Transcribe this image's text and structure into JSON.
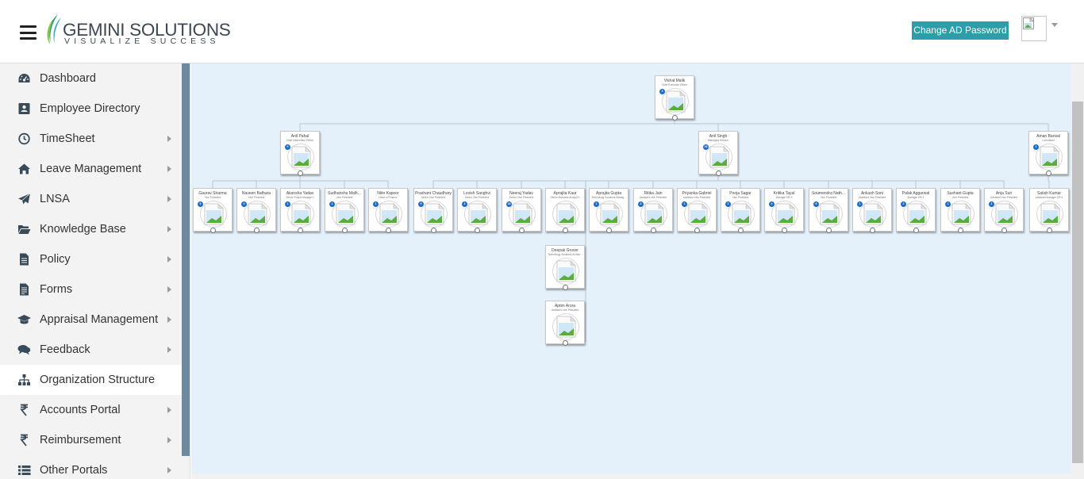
{
  "header": {
    "brand_name": "GEMINI SOLUTIONS",
    "brand_tagline": "VISUALIZE SUCCESS",
    "change_password_label": "Change AD Password"
  },
  "colors": {
    "accent": "#2d9ea8",
    "sidebar_bg": "#f3f3f3",
    "chart_bg": "#e5f1fa",
    "badge": "#1b6cc9"
  },
  "sidebar": {
    "items": [
      {
        "label": "Dashboard",
        "icon": "dashboard-icon",
        "has_submenu": false
      },
      {
        "label": "Employee Directory",
        "icon": "id-card-icon",
        "has_submenu": false
      },
      {
        "label": "TimeSheet",
        "icon": "clock-icon",
        "has_submenu": true
      },
      {
        "label": "Leave Management",
        "icon": "home-icon",
        "has_submenu": true
      },
      {
        "label": "LNSA",
        "icon": "paper-plane-icon",
        "has_submenu": true
      },
      {
        "label": "Knowledge Base",
        "icon": "folder-open-icon",
        "has_submenu": true
      },
      {
        "label": "Policy",
        "icon": "document-icon",
        "has_submenu": true
      },
      {
        "label": "Forms",
        "icon": "form-icon",
        "has_submenu": true
      },
      {
        "label": "Appraisal Management",
        "icon": "graduation-cap-icon",
        "has_submenu": true
      },
      {
        "label": "Feedback",
        "icon": "comments-icon",
        "has_submenu": true
      },
      {
        "label": "Organization Structure",
        "icon": "sitemap-icon",
        "has_submenu": false,
        "active": true
      },
      {
        "label": "Accounts Portal",
        "icon": "rupee-icon",
        "has_submenu": true
      },
      {
        "label": "Reimbursement",
        "icon": "rupee-icon",
        "has_submenu": true
      },
      {
        "label": "Other Portals",
        "icon": "list-icon",
        "has_submenu": true
      }
    ]
  },
  "org_chart": {
    "root": {
      "name": "Vishal Malik",
      "title": "Chief Executive Officer",
      "badge": "3"
    },
    "level1": [
      {
        "name": "Anil Pahal",
        "title": "Chief Information Officer",
        "badge": "5"
      },
      {
        "name": "Anil Singh",
        "title": "Managing Director",
        "badge": "16"
      },
      {
        "name": "Aman Bansal",
        "title": "Consultant",
        "badge": "1"
      }
    ],
    "level2": [
      {
        "name": "Gaurav Sharma",
        "title": "Vice President",
        "badge": "5"
      },
      {
        "name": "Naveen Bathara",
        "title": "Vice President",
        "badge": "4"
      },
      {
        "name": "Akansha Yadav",
        "title": "Senior Project Manager I",
        "badge": "1"
      },
      {
        "name": "Sudhanshu Malh...",
        "title": "Vice President",
        "badge": "1"
      },
      {
        "name": "Nitin Kapoor",
        "title": "Head of Finance",
        "badge": "1"
      },
      {
        "name": "Prashant Chaudhary",
        "title": "Senior Vice President",
        "badge": "9"
      },
      {
        "name": "Lovish Sanghvi",
        "title": "Senior Vice President",
        "badge": "4"
      },
      {
        "name": "Neeraj Yadav",
        "title": "Senior Vice President",
        "badge": "18"
      },
      {
        "name": "Aprajita Kaur",
        "title": "Senior Business Analyst II",
        "badge": ""
      },
      {
        "name": "Aprajita Gupta",
        "title": "Technology Solutions Manag...",
        "badge": "1"
      },
      {
        "name": "Ritika Jain",
        "title": "Assistant Vice President",
        "badge": "3"
      },
      {
        "name": "Priyanka Gabriel",
        "title": "Assistant Vice President",
        "badge": "1"
      },
      {
        "name": "Pooja Sagar",
        "title": "Vice President",
        "badge": "2"
      },
      {
        "name": "Kritika Tayal",
        "title": "Manager HR II",
        "badge": "4"
      },
      {
        "name": "Soumendra Nath...",
        "title": "Vice President",
        "badge": "6"
      },
      {
        "name": "Ankush Soni",
        "title": "Assistant Vice President",
        "badge": "1"
      },
      {
        "name": "Palak Aggarwal",
        "title": "Manager HR II",
        "badge": "2"
      },
      {
        "name": "Sushant Gupta",
        "title": "Vice President",
        "badge": "1"
      },
      {
        "name": "Anja Suri",
        "title": "Assistant Vice President",
        "badge": "2"
      },
      {
        "name": "Satish Kumar",
        "title": "Assistant Manager HR II",
        "badge": ""
      }
    ],
    "assistants": [
      {
        "name": "Deepak Grover",
        "title": "Technology Solutions Archite...",
        "badge": ""
      },
      {
        "name": "Aptim Arora",
        "title": "Assistant Vice President",
        "badge": ""
      }
    ]
  }
}
